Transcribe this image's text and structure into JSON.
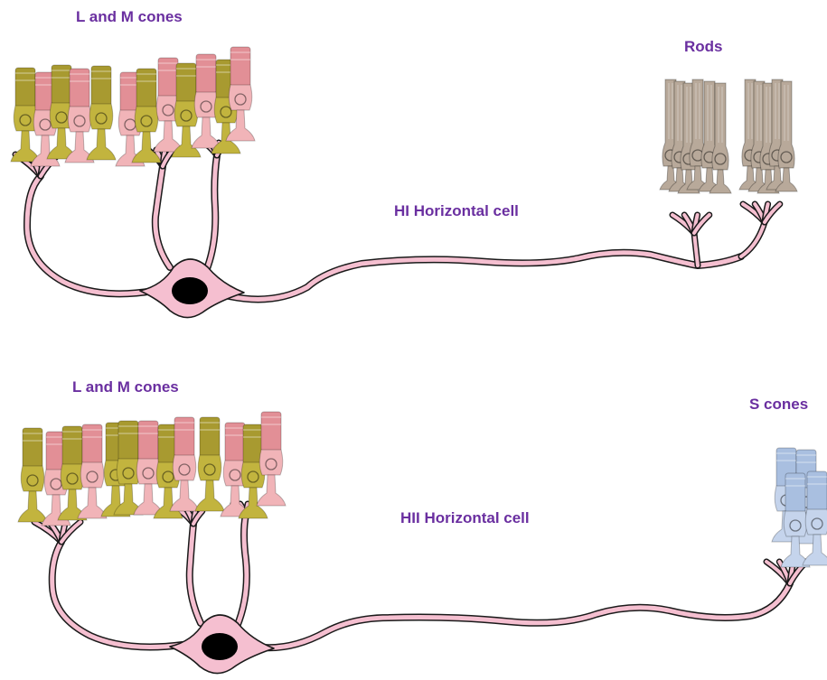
{
  "panels": {
    "top": {
      "cones_label": "L and M cones",
      "receptor_label": "Rods",
      "cell_label": "HI Horizontal cell"
    },
    "bottom": {
      "cones_label": "L and M cones",
      "receptor_label": "S cones",
      "cell_label": "HII Horizontal cell"
    }
  },
  "colors": {
    "label_text": "#6a2fa0",
    "horizontal_cell": "#f5bfd0",
    "outline": "#1a1a1a",
    "nucleus": "#000000",
    "l_cone": "#e28f96",
    "l_cone_body": "#f1b4b8",
    "m_cone": "#a89a30",
    "m_cone_body": "#c2b43e",
    "rod": "#b8a99a",
    "s_cone": "#a9bfe0"
  },
  "icons": {
    "l_cone": "pink-cone-photoreceptor-icon",
    "m_cone": "olive-cone-photoreceptor-icon",
    "rod": "rod-photoreceptor-icon",
    "s_cone": "blue-cone-photoreceptor-icon",
    "horizontal_cell": "horizontal-cell-icon"
  }
}
